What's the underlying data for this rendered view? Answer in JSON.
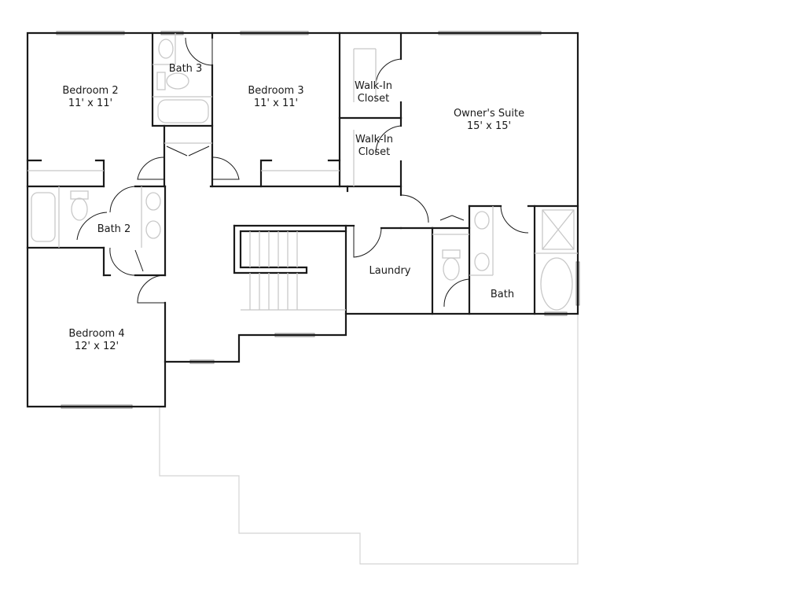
{
  "rooms": [
    {
      "name": "Bedroom 2",
      "size": "11' x 11'"
    },
    {
      "name": "Bath 3",
      "size": ""
    },
    {
      "name": "Bedroom 3",
      "size": "11' x 11'"
    },
    {
      "name": "Walk-In",
      "size": "Closet"
    },
    {
      "name": "Walk-In",
      "size": "Closet"
    },
    {
      "name": "Owner's Suite",
      "size": "15' x 15'"
    },
    {
      "name": "Bath 2",
      "size": ""
    },
    {
      "name": "Laundry",
      "size": ""
    },
    {
      "name": "Bath",
      "size": ""
    },
    {
      "name": "Bedroom 4",
      "size": "12' x 12'"
    }
  ]
}
